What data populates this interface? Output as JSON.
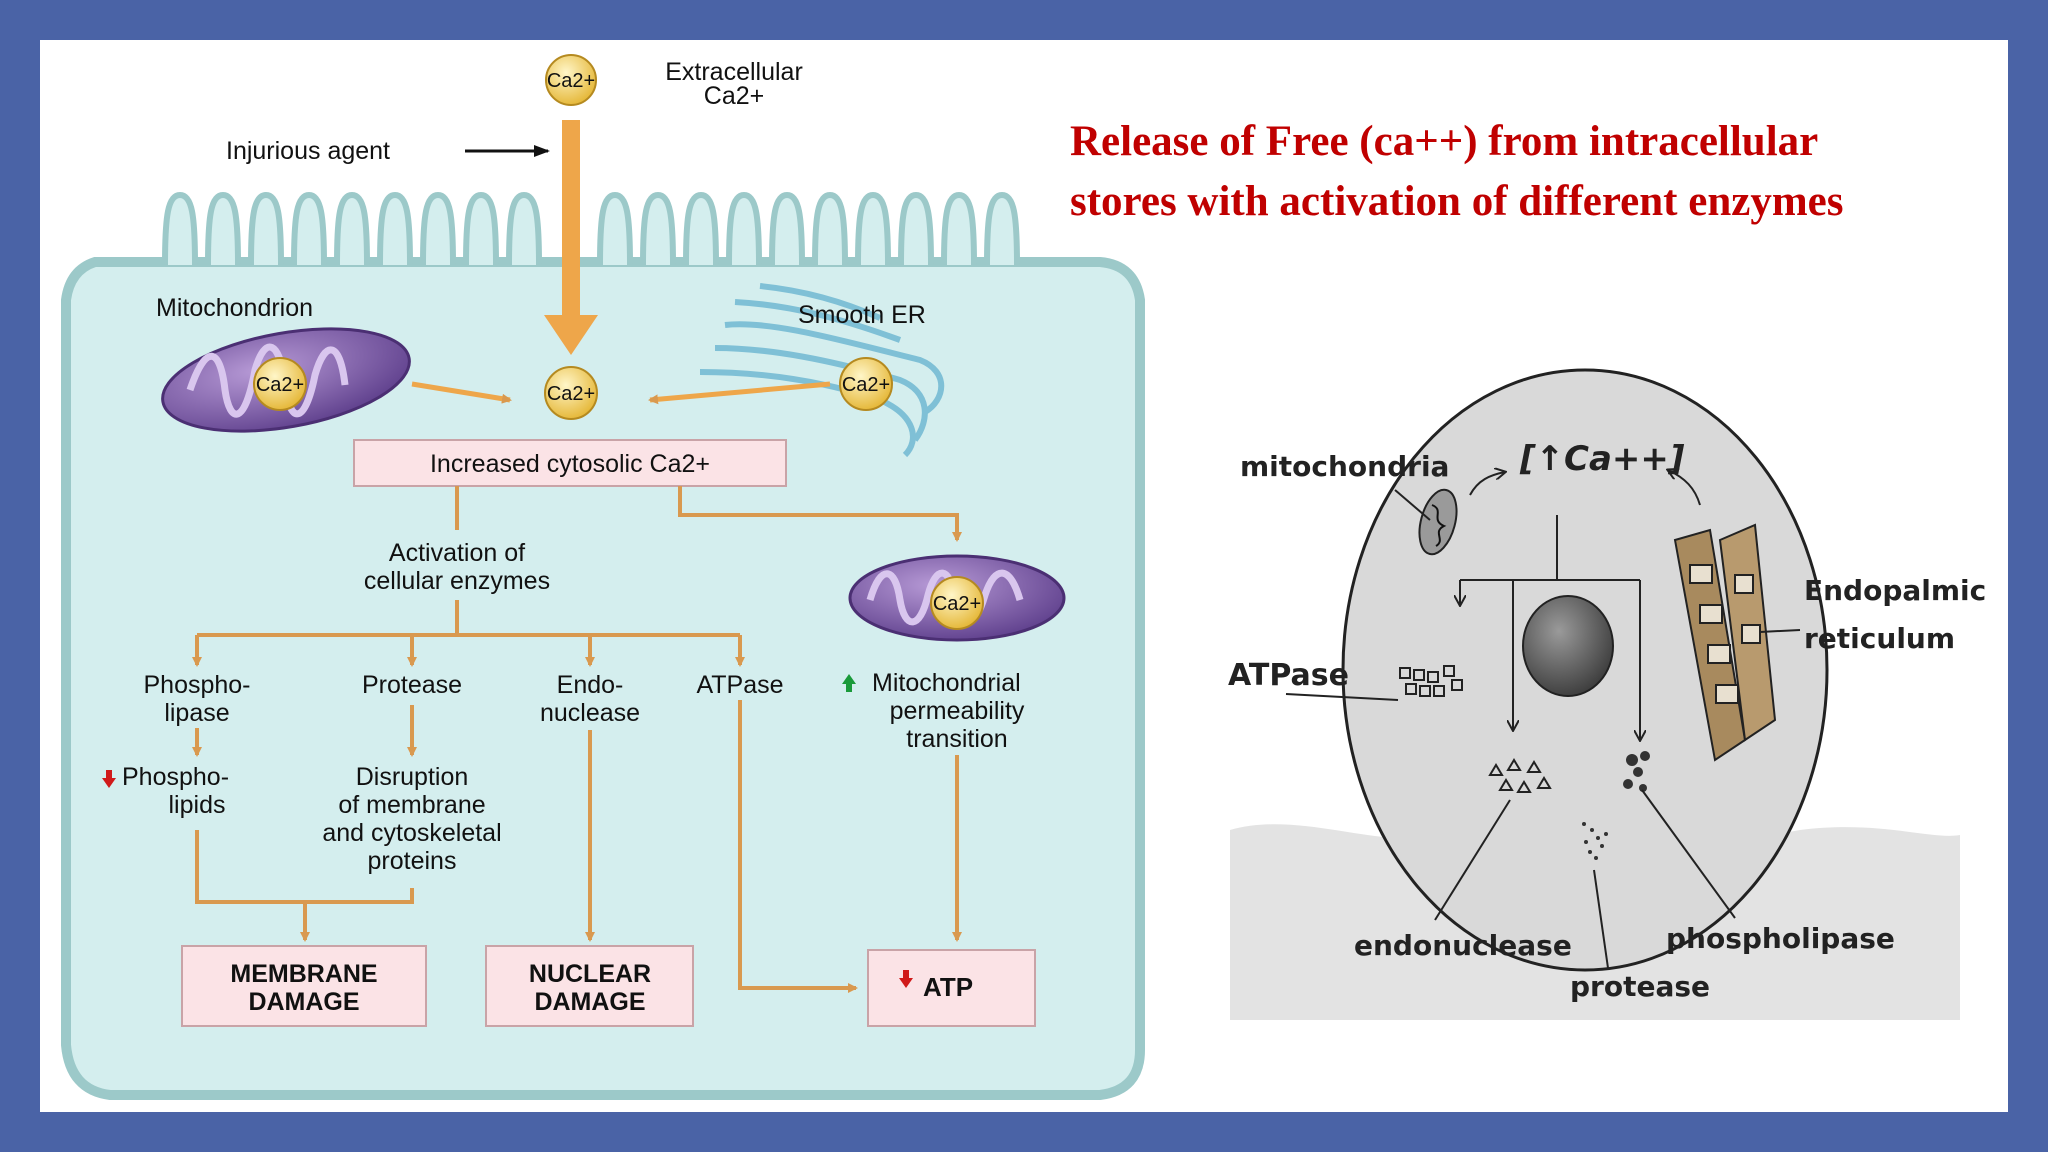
{
  "title": {
    "line1": "Release of Free (ca++) from intracellular",
    "line2": "stores with activation of different enzymes"
  },
  "left_diagram": {
    "extracellular_label_1": "Extracellular",
    "extracellular_label_2": "Ca2+",
    "injurious_agent": "Injurious agent",
    "mitochondrion_label": "Mitochondrion",
    "smooth_er_label": "Smooth ER",
    "ca_badge": "Ca2+",
    "increased_cytosolic": "Increased cytosolic Ca2+",
    "activation_line1": "Activation of",
    "activation_line2": "cellular enzymes",
    "phospholipase_1": "Phospho-",
    "phospholipase_2": "lipase",
    "protease": "Protease",
    "endonuclease_1": "Endo-",
    "endonuclease_2": "nuclease",
    "atpase": "ATPase",
    "mito_perm_1": "Mitochondrial",
    "mito_perm_2": "permeability",
    "mito_perm_3": "transition",
    "phospholipids_1": "Phospho-",
    "phospholipids_2": "lipids",
    "disruption_1": "Disruption",
    "disruption_2": "of membrane",
    "disruption_3": "and cytoskeletal",
    "disruption_4": "proteins",
    "membrane_damage_1": "MEMBRANE",
    "membrane_damage_2": "DAMAGE",
    "nuclear_damage_1": "NUCLEAR",
    "nuclear_damage_2": "DAMAGE",
    "atp": "ATP"
  },
  "right_diagram": {
    "mitochondria": "mitochondria",
    "ca_label": "[↑Ca++]",
    "endoplasmic_1": "Endopalmic",
    "endoplasmic_2": "reticulum",
    "atpase": "ATPase",
    "endonuclease": "endonuclease",
    "protease": "protease",
    "phospholipase": "phospholipase"
  },
  "colors": {
    "border": "#4a63a6",
    "title": "#c00000",
    "cell_fill": "#d4eeee",
    "arrow": "#e0a05a",
    "calcium": "#f0cf63",
    "damage_box": "#fbe3e6",
    "mitochondrion": "#7a57a6"
  }
}
